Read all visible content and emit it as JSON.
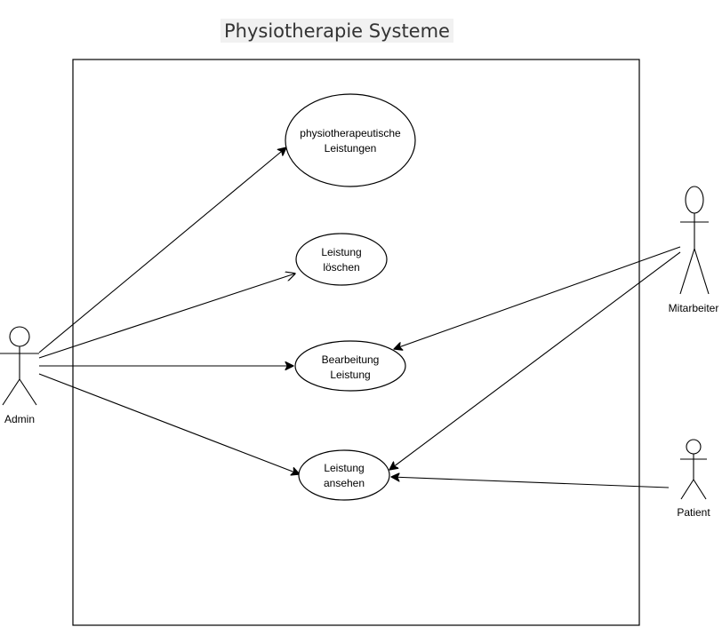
{
  "diagram": {
    "title": "Physiotherapie Systeme",
    "actors": {
      "admin": {
        "label": "Admin"
      },
      "mitarbeiter": {
        "label": "Mitarbeiter"
      },
      "patient": {
        "label": "Patient"
      }
    },
    "use_cases": {
      "physio": {
        "line1": "physiotherapeutische",
        "line2": "Leistungen"
      },
      "loeschen": {
        "line1": "Leistung",
        "line2": "löschen"
      },
      "bearbeitung": {
        "line1": "Bearbeitung",
        "line2": "Leistung"
      },
      "ansehen": {
        "line1": "Leistung",
        "line2": "ansehen"
      }
    },
    "associations": [
      {
        "from": "Admin",
        "to": "physiotherapeutische Leistungen"
      },
      {
        "from": "Admin",
        "to": "Leistung löschen"
      },
      {
        "from": "Admin",
        "to": "Bearbeitung Leistung"
      },
      {
        "from": "Admin",
        "to": "Leistung ansehen"
      },
      {
        "from": "Mitarbeiter",
        "to": "Bearbeitung Leistung"
      },
      {
        "from": "Mitarbeiter",
        "to": "Leistung ansehen"
      },
      {
        "from": "Patient",
        "to": "Leistung ansehen"
      }
    ]
  }
}
